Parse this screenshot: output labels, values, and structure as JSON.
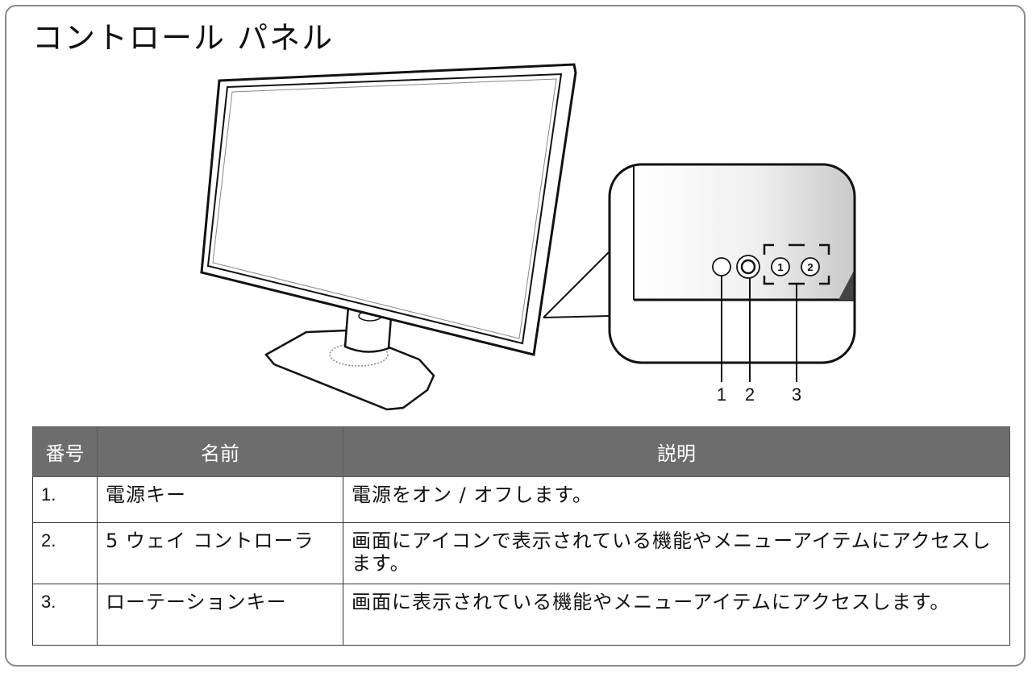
{
  "title": "コントロール パネル",
  "callouts": [
    "1",
    "2",
    "3"
  ],
  "button_labels": [
    "1",
    "2"
  ],
  "table": {
    "headers": [
      "番号",
      "名前",
      "説明"
    ],
    "rows": [
      {
        "num": "1.",
        "name": "電源キー",
        "desc": "電源をオン / オフします。"
      },
      {
        "num": "2.",
        "name": "5 ウェイ コントローラ",
        "desc": "画面にアイコンで表示されている機能やメニューアイテムにアクセスします。"
      },
      {
        "num": "3.",
        "name": "ローテーションキー",
        "desc": "画面に表示されている機能やメニューアイテムにアクセスします。"
      }
    ]
  }
}
